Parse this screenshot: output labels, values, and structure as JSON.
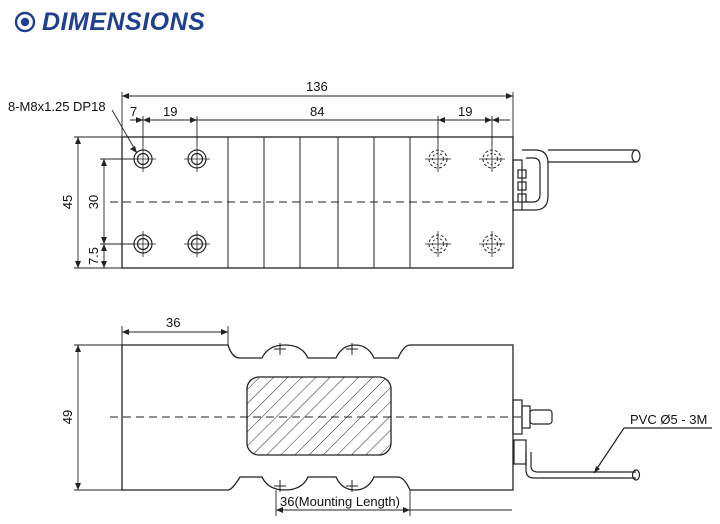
{
  "header": {
    "title": "DIMENSIONS",
    "accent_color": "#1f3f8f",
    "icon": "target-bullet-icon"
  },
  "top_view": {
    "overall_length": "136",
    "hole_spec": "8-M8x1.25 DP18",
    "dim_edge_to_hole": "7",
    "dim_hole_pitch_left": "19",
    "dim_center_span": "84",
    "dim_hole_pitch_right": "19",
    "overall_width": "45",
    "hole_row_spacing": "30",
    "edge_to_hole_row": "7.5"
  },
  "side_view": {
    "dim_36_top": "36",
    "height": "49",
    "mounting_length": "36(Mounting Length)",
    "cable_label": "PVC Ø5 - 3M"
  }
}
